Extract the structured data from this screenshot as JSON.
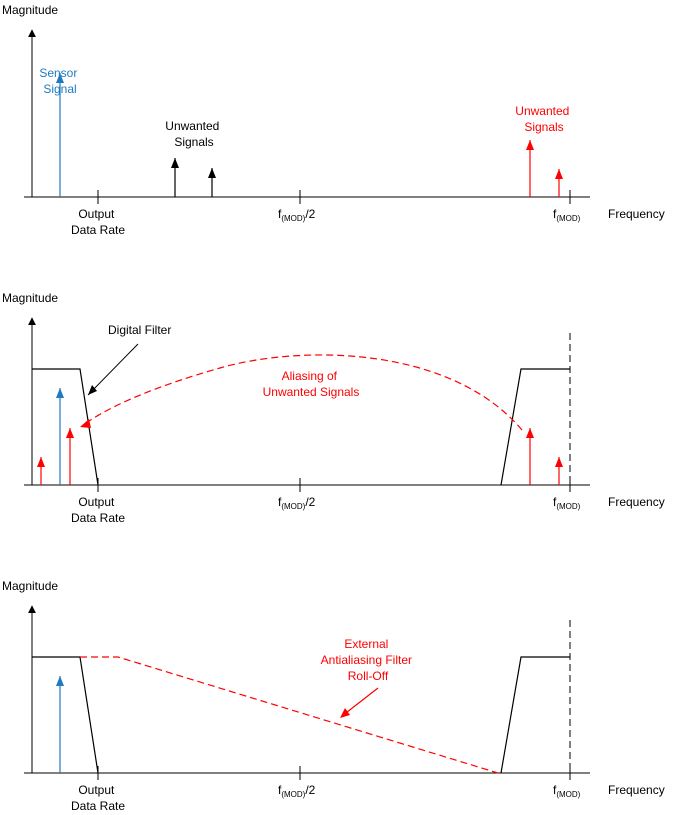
{
  "colors": {
    "axis": "#000000",
    "sensor": "#1f7bc1",
    "unwanted_red": "#ff0000",
    "unwanted_black": "#000000",
    "filter": "#000000",
    "aliasing": "#ff0000"
  },
  "panels": [
    {
      "y_axis_label": "Magnitude",
      "x_axis_label": "Frequency",
      "tick_output": [
        "Output",
        "Data Rate"
      ],
      "tick_half": {
        "main": "f",
        "sub": "(MOD)",
        "suffix": "/2"
      },
      "tick_fmod": {
        "main": "f",
        "sub": "(MOD)",
        "suffix": ""
      },
      "sensor_label": [
        "Sensor",
        "Signal"
      ],
      "unwanted_black_label": [
        "Unwanted",
        "Signals"
      ],
      "unwanted_red_label": [
        "Unwanted",
        "Signals"
      ]
    },
    {
      "y_axis_label": "Magnitude",
      "x_axis_label": "Frequency",
      "tick_output": [
        "Output",
        "Data Rate"
      ],
      "tick_half": {
        "main": "f",
        "sub": "(MOD)",
        "suffix": "/2"
      },
      "tick_fmod": {
        "main": "f",
        "sub": "(MOD)",
        "suffix": ""
      },
      "digital_filter_label": "Digital Filter",
      "aliasing_label": [
        "Aliasing of",
        "Unwanted Signals"
      ]
    },
    {
      "y_axis_label": "Magnitude",
      "x_axis_label": "Frequency",
      "tick_output": [
        "Output",
        "Data Rate"
      ],
      "tick_half": {
        "main": "f",
        "sub": "(MOD)",
        "suffix": "/2"
      },
      "tick_fmod": {
        "main": "f",
        "sub": "(MOD)",
        "suffix": ""
      },
      "rolloff_label": [
        "External",
        "Antialiasing Filter",
        "Roll-Off"
      ]
    }
  ]
}
